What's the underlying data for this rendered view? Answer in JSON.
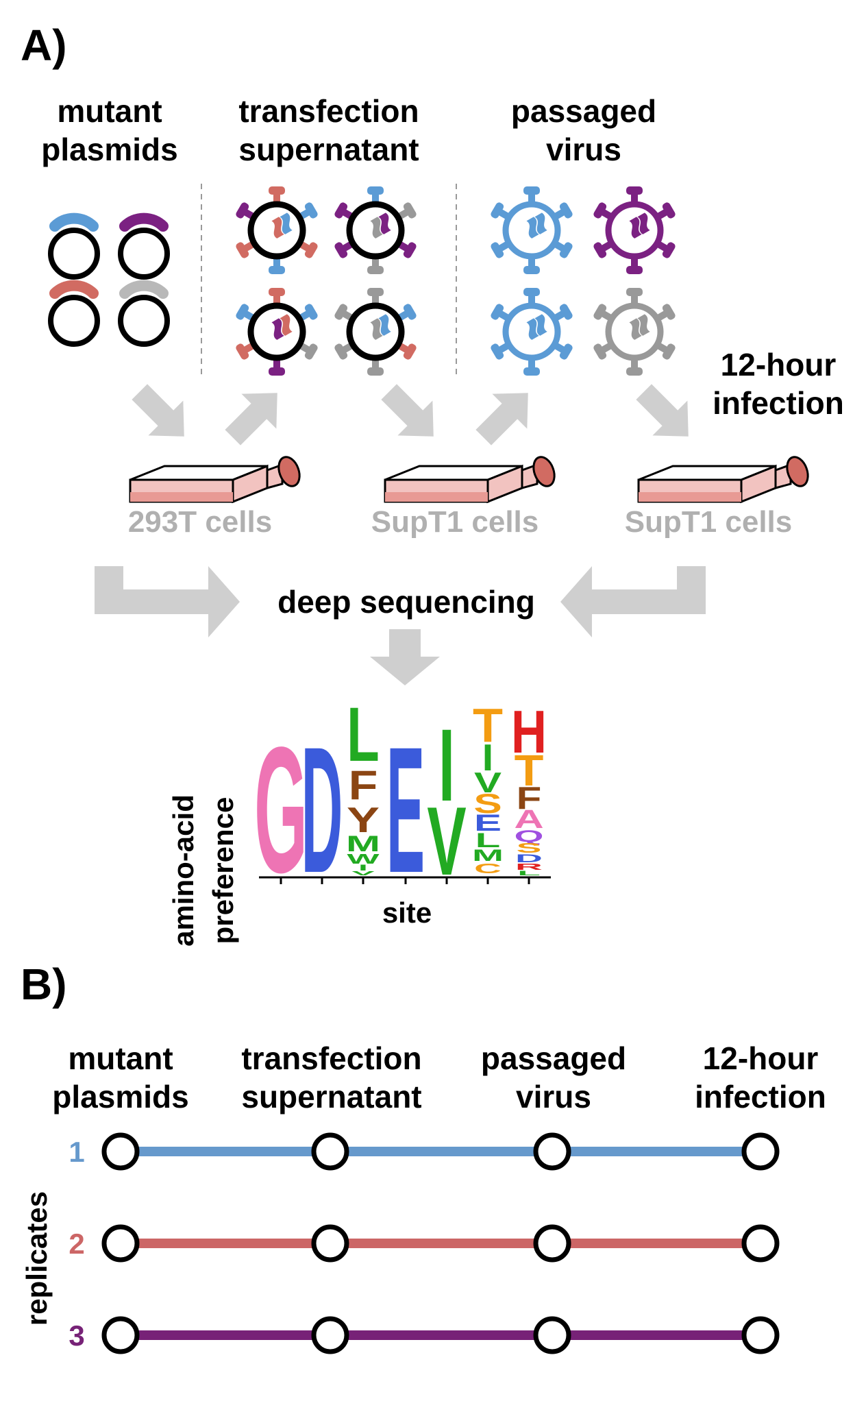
{
  "panel_a": {
    "label": "A)",
    "stages": [
      {
        "line1": "mutant",
        "line2": "plasmids"
      },
      {
        "line1": "transfection",
        "line2": "supernatant"
      },
      {
        "line1": "passaged",
        "line2": "virus"
      }
    ],
    "infection": {
      "line1": "12-hour",
      "line2": "infection"
    },
    "cells": [
      "293T cells",
      "SupT1 cells",
      "SupT1 cells"
    ],
    "deep_sequencing": "deep sequencing",
    "logo": {
      "ylabel_line1": "amino-acid",
      "ylabel_line2": "preference",
      "xlabel": "site",
      "columns": [
        [
          "G"
        ],
        [
          "D"
        ],
        [
          "L",
          "F",
          "Y",
          "M",
          "W",
          "I",
          "V"
        ],
        [
          "E"
        ],
        [
          "I",
          "V"
        ],
        [
          "T",
          "I",
          "V",
          "S",
          "E",
          "L",
          "M",
          "C"
        ],
        [
          "H",
          "T",
          "F",
          "A",
          "Q",
          "S",
          "D",
          "R",
          "L"
        ]
      ]
    }
  },
  "panel_b": {
    "label": "B)",
    "columns": [
      {
        "line1": "mutant",
        "line2": "plasmids"
      },
      {
        "line1": "transfection",
        "line2": "supernatant"
      },
      {
        "line1": "passaged",
        "line2": "virus"
      },
      {
        "line1": "12-hour",
        "line2": "infection"
      }
    ],
    "ylabel": "replicates",
    "replicates": [
      {
        "label": "1",
        "color": "#6699cc"
      },
      {
        "label": "2",
        "color": "#cc6666"
      },
      {
        "label": "3",
        "color": "#772277"
      }
    ]
  },
  "colors": {
    "blue": "#5b9bd5",
    "red": "#d16b62",
    "purple": "#7b2182",
    "gray": "#999999",
    "arrow": "#cfcfcf"
  }
}
